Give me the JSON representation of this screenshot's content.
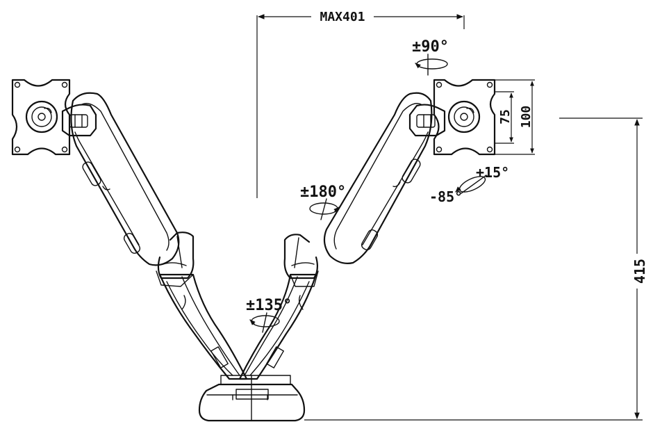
{
  "dimensions": {
    "max_reach": "MAX401",
    "vesa_small": "75",
    "vesa_large": "100",
    "height": "415"
  },
  "rotations": {
    "rotate_90": "±90°",
    "tilt_up": "+15°",
    "tilt_down": "-85°",
    "swivel_180": "±180°",
    "base_135": "±135°"
  },
  "colors": {
    "ink": "#111111",
    "background": "#ffffff"
  }
}
